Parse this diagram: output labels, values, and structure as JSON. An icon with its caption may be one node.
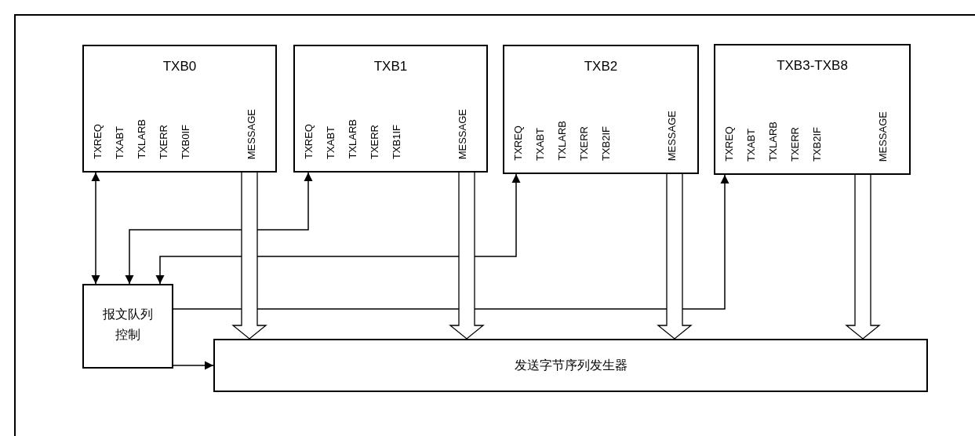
{
  "diagram": {
    "nodes": [
      {
        "text": [
          "TXB0",
          "TXREQ",
          "TXABT",
          "TXLARB",
          "TXERR",
          "TXB0IF",
          "MESSAGE"
        ]
      },
      {
        "text": [
          "TXB1",
          "TXREQ",
          "TXABT",
          "TXLARB",
          "TXERR",
          "TXB1IF",
          "MESSAGE"
        ]
      },
      {
        "text": [
          "TXB2",
          "TXREQ",
          "TXABT",
          "TXLARB",
          "TXERR",
          "TXB2IF",
          "MESSAGE"
        ]
      },
      {
        "text": [
          "TXB3-TXB8",
          "TXREQ",
          "TXABT",
          "TXLARB",
          "TXERR",
          "TXB2IF",
          "MESSAGE"
        ]
      },
      {
        "text": [
          "报文队列控制"
        ]
      },
      {
        "text": [
          "发送字节序列发生器"
        ]
      }
    ],
    "edges": [
      {
        "from": 0,
        "to": 4,
        "arrow": "both"
      },
      {
        "from": 4,
        "to": 1,
        "arrow": "both"
      },
      {
        "from": 4,
        "to": 2,
        "arrow": "both"
      },
      {
        "from": 4,
        "to": 3,
        "arrow": "to"
      },
      {
        "from": 4,
        "to": 5,
        "arrow": "to"
      },
      {
        "from": 0,
        "to": 5,
        "arrow": "to",
        "style": "thick"
      },
      {
        "from": 1,
        "to": 5,
        "arrow": "to",
        "style": "thick"
      },
      {
        "from": 2,
        "to": 5,
        "arrow": "to",
        "style": "thick"
      },
      {
        "from": 3,
        "to": 5,
        "arrow": "to",
        "style": "thick"
      }
    ]
  }
}
